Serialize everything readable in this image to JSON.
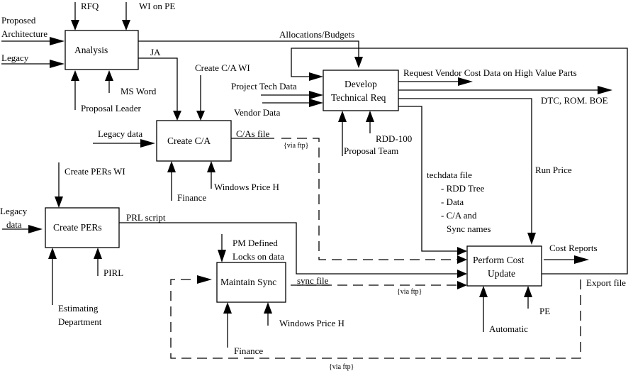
{
  "diagram": {
    "type": "IDEF0 process flow",
    "processes": {
      "analysis": "Analysis",
      "create_ca": "Create C/A",
      "develop_tech_line1": "Develop",
      "develop_tech_line2": "Technical Req",
      "create_pers": "Create PERs",
      "maintain_sync": "Maintain Sync",
      "perform_cost_line1": "Perform  Cost",
      "perform_cost_line2": "Update"
    },
    "labels": {
      "rfq": "RFQ",
      "wi_on_pe": "WI on PE",
      "proposed": "Proposed",
      "architecture": "Architecture",
      "legacy": "Legacy",
      "ja": "JA",
      "ms_word": "MS Word",
      "proposal_leader": "Proposal Leader",
      "allocations_budgets": "Allocations/Budgets",
      "create_ca_wi": "Create C/A WI",
      "project_tech_data": "Project Tech Data",
      "vendor_data": "Vendor Data",
      "request_vendor_cost": "Request Vendor Cost  Data on  High Value Parts",
      "dtc_rom_boe": "DTC, ROM. BOE",
      "rdd_100": "RDD-100",
      "proposal_team": "Proposal Team",
      "legacy_data_ca": "Legacy  data",
      "cas_file": "C/As file",
      "via_ftp_1": "{via ftp}",
      "finance_ca": "Finance",
      "windows_price_h_ca": "Windows Price H",
      "create_pers_wi": "Create PERs WI",
      "legacy_pers": "Legacy",
      "data_pers": "data",
      "prl_script": "PRL script",
      "pirl": "PIRL",
      "estimating": "Estimating",
      "department": "Department",
      "techdata_file": "techdata file",
      "rdd_tree": "- RDD Tree",
      "data_item": "- Data",
      "ca_and": "- C/A and",
      "sync_names": "Sync names",
      "run_price": "Run Price",
      "pm_defined": "PM Defined",
      "locks_on_data": "Locks on data",
      "sync_file": "sync file",
      "via_ftp_2": "{via ftp}",
      "windows_price_h_sync": "Windows Price H",
      "finance_sync": "Finance",
      "via_ftp_3": "{via ftp}",
      "cost_reports": "Cost Reports",
      "export_file": "Export file",
      "automatic": "Automatic",
      "pe": "PE"
    }
  }
}
